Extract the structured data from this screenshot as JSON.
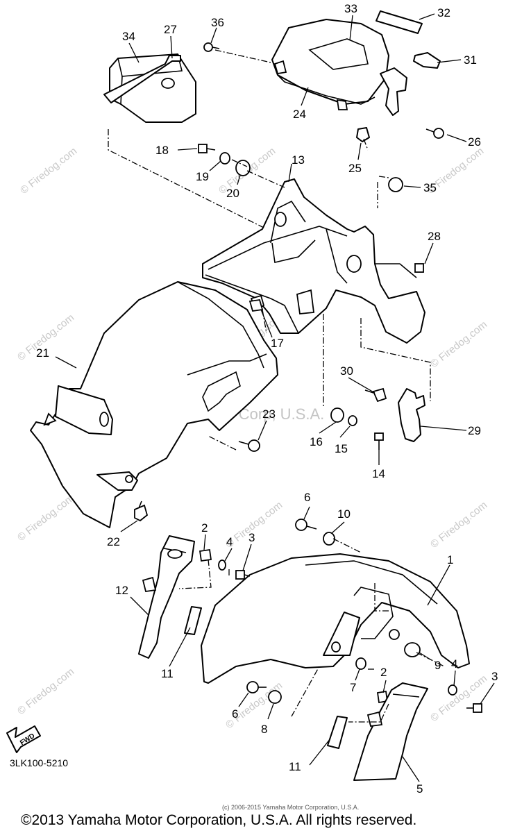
{
  "watermark": {
    "site": "© Firedog.com",
    "center_text": "Yamaha Motor Corp, U.S.A."
  },
  "callouts": [
    "1",
    "2",
    "2",
    "3",
    "3",
    "4",
    "4",
    "5",
    "6",
    "6",
    "7",
    "8",
    "9",
    "10",
    "11",
    "11",
    "12",
    "13",
    "14",
    "15",
    "16",
    "17",
    "18",
    "19",
    "20",
    "21",
    "22",
    "23",
    "24",
    "25",
    "26",
    "27",
    "28",
    "29",
    "30",
    "31",
    "32",
    "33",
    "34",
    "35",
    "36"
  ],
  "footer": {
    "drawing_code": "3LK100-5210",
    "small_copyright": "(c) 2006-2015 Yamaha Motor Corporation, U.S.A.",
    "copyright": "©2013 Yamaha Motor Corporation, U.S.A. All rights reserved."
  },
  "fwd_label": "FWD"
}
